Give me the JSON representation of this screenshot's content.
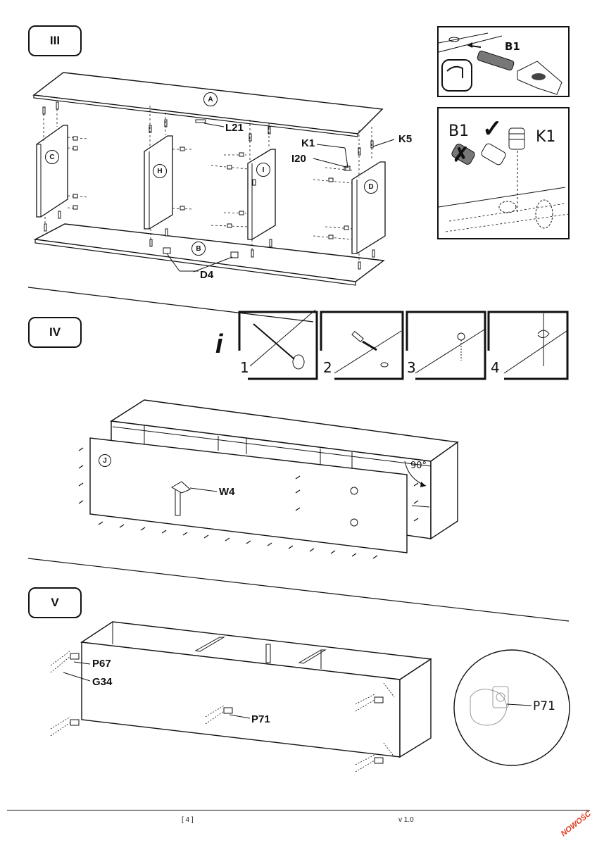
{
  "steps": {
    "s3": {
      "label": "III"
    },
    "s4": {
      "label": "IV"
    },
    "s5": {
      "label": "V"
    }
  },
  "section3": {
    "panels": {
      "A": "A",
      "B": "B",
      "C": "C",
      "D": "D",
      "H": "H",
      "I": "I"
    },
    "parts": {
      "L21": "L21",
      "K1": "K1",
      "K5": "K5",
      "I20": "I20",
      "D4": "D4"
    },
    "inset_top": {
      "part": "B1"
    },
    "inset_bottom": {
      "b1": "B1",
      "k1": "K1",
      "check": "✓",
      "cross": "✗"
    }
  },
  "section4": {
    "info_icon": "i",
    "substeps": [
      "1",
      "2",
      "3",
      "4"
    ],
    "panel_J": "J",
    "tool": "W4",
    "angle": "90°"
  },
  "section5": {
    "parts": {
      "P67": "P67",
      "G34": "G34",
      "P71": "P71"
    },
    "detail": {
      "part": "P71"
    }
  },
  "footer": {
    "page": "[ 4 ]",
    "version": "v 1.0",
    "stamp": "NOWOŚĆ"
  },
  "colors": {
    "ink": "#111111",
    "stamp": "#e03a1e"
  }
}
